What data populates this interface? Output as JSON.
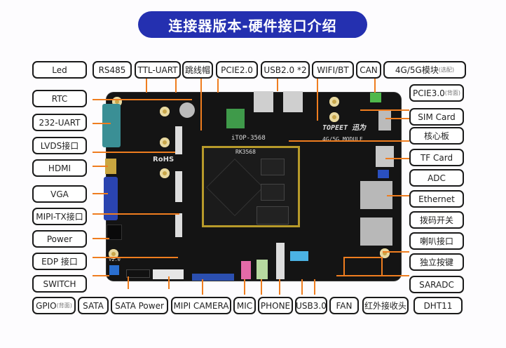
{
  "title": "连接器版本-硬件接口介绍",
  "board": {
    "model": "iTOP-3568",
    "soc": "RK3568",
    "brand": "TOPEET 迅为",
    "module": "4G/5G MODULE",
    "rohs": "RoHS",
    "version": "V2.0"
  },
  "labels": {
    "top": [
      {
        "id": "led",
        "text": "Led"
      },
      {
        "id": "rs485",
        "text": "RS485"
      },
      {
        "id": "ttl_uart",
        "text": "TTL-UART"
      },
      {
        "id": "jumper",
        "text": "跳线帽"
      },
      {
        "id": "pcie2",
        "text": "PCIE2.0"
      },
      {
        "id": "usb2",
        "text": "USB2.0 *2"
      },
      {
        "id": "wifi_bt",
        "text": "WIFI/BT"
      },
      {
        "id": "can",
        "text": "CAN"
      },
      {
        "id": "module_4g5g",
        "text": "4G/5G模块",
        "note": "(选配)"
      }
    ],
    "left": [
      {
        "id": "rtc",
        "text": "RTC"
      },
      {
        "id": "uart232",
        "text": "232-UART"
      },
      {
        "id": "lvds",
        "text": "LVDS接口"
      },
      {
        "id": "hdmi",
        "text": "HDMI"
      },
      {
        "id": "vga",
        "text": "VGA"
      },
      {
        "id": "mipi_tx",
        "text": "MIPI-TX接口"
      },
      {
        "id": "power",
        "text": "Power"
      },
      {
        "id": "edp",
        "text": "EDP 接口"
      },
      {
        "id": "switch",
        "text": "SWITCH"
      }
    ],
    "right": [
      {
        "id": "pcie3",
        "text": "PCIE3.0",
        "note": "(背面)"
      },
      {
        "id": "sim",
        "text": "SIM Card"
      },
      {
        "id": "core",
        "text": "核心板"
      },
      {
        "id": "tf",
        "text": "TF Card"
      },
      {
        "id": "adc",
        "text": "ADC"
      },
      {
        "id": "ethernet",
        "text": "Ethernet"
      },
      {
        "id": "dip",
        "text": "拨码开关"
      },
      {
        "id": "speaker",
        "text": "喇叭接口"
      },
      {
        "id": "keys",
        "text": "独立按键"
      },
      {
        "id": "saradc",
        "text": "SARADC"
      }
    ],
    "bottom": [
      {
        "id": "gpio",
        "text": "GPIO",
        "note": "(背面)"
      },
      {
        "id": "sata",
        "text": "SATA"
      },
      {
        "id": "sata_power",
        "text": "SATA Power"
      },
      {
        "id": "mipi_camera",
        "text": "MIPI CAMERA"
      },
      {
        "id": "mic",
        "text": "MIC"
      },
      {
        "id": "phone",
        "text": "PHONE"
      },
      {
        "id": "usb3",
        "text": "USB3.0"
      },
      {
        "id": "fan",
        "text": "FAN"
      },
      {
        "id": "ir",
        "text": "红外接收头"
      },
      {
        "id": "dht11",
        "text": "DHT11"
      }
    ]
  },
  "colors": {
    "title_bg": "#2430b0",
    "leader_line": "#ef7d1f",
    "board": "#141414",
    "core_border": "#b79a2a"
  }
}
